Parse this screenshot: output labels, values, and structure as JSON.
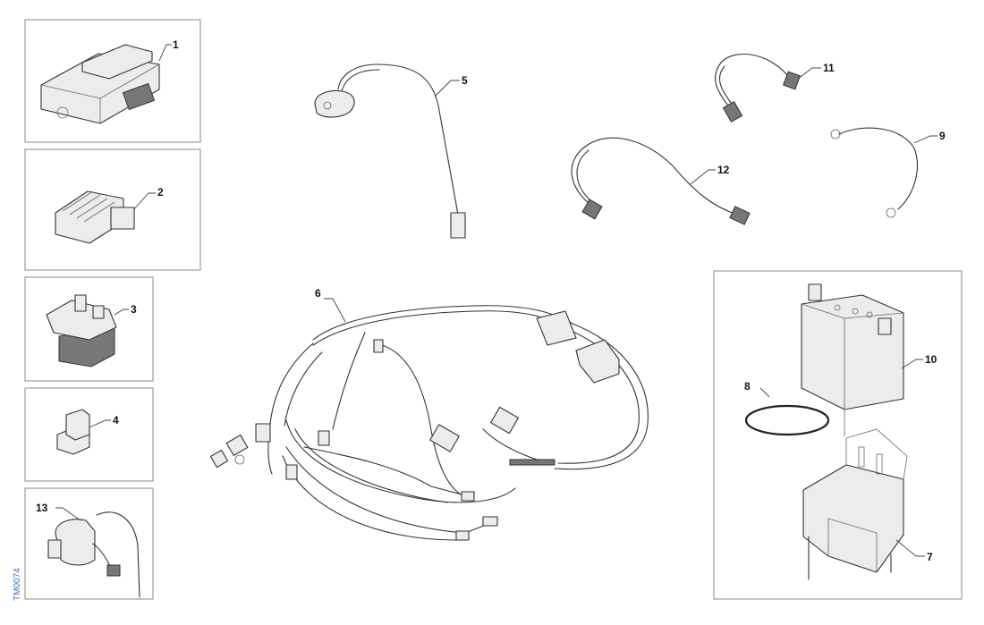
{
  "diagram": {
    "callouts": {
      "c1": "1",
      "c2": "2",
      "c3": "3",
      "c4": "4",
      "c5": "5",
      "c6": "6",
      "c7": "7",
      "c8": "8",
      "c9": "9",
      "c10": "10",
      "c11": "11",
      "c12": "12",
      "c13": "13"
    },
    "reference_code": "TM0074",
    "line_color": "#333333",
    "box_border_color": "#8a8a8a",
    "reference_color": "#3a6db5"
  }
}
